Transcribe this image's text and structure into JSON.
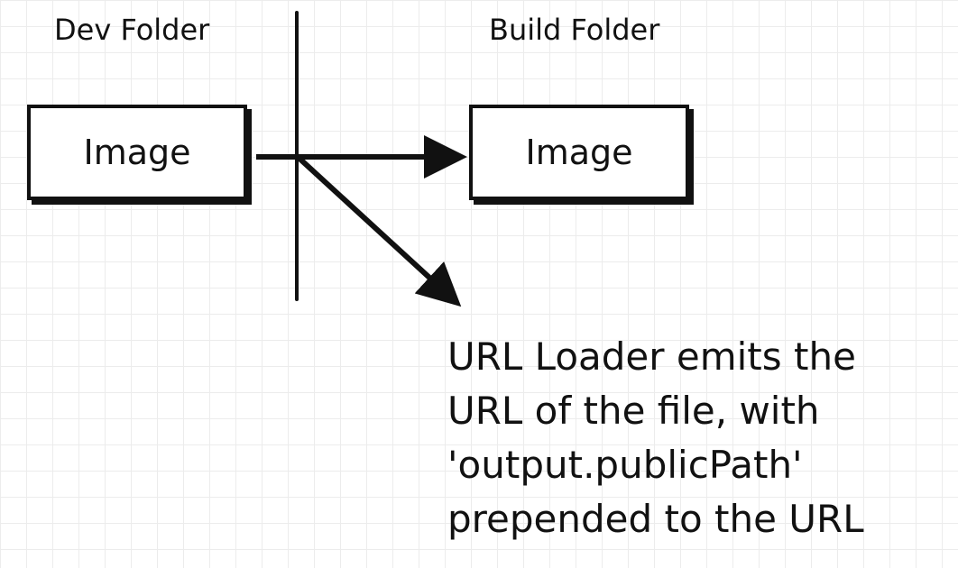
{
  "dev_folder": {
    "heading": "Dev Folder",
    "box_label": "Image"
  },
  "build_folder": {
    "heading": "Build Folder",
    "box_label": "Image"
  },
  "note": {
    "lines": [
      "URL Loader emits the",
      "URL of the file, with",
      "'output.publicPath'",
      "prepended to the URL"
    ]
  },
  "colors": {
    "ink": "#111111",
    "grid": "#ececec",
    "background": "#ffffff"
  }
}
